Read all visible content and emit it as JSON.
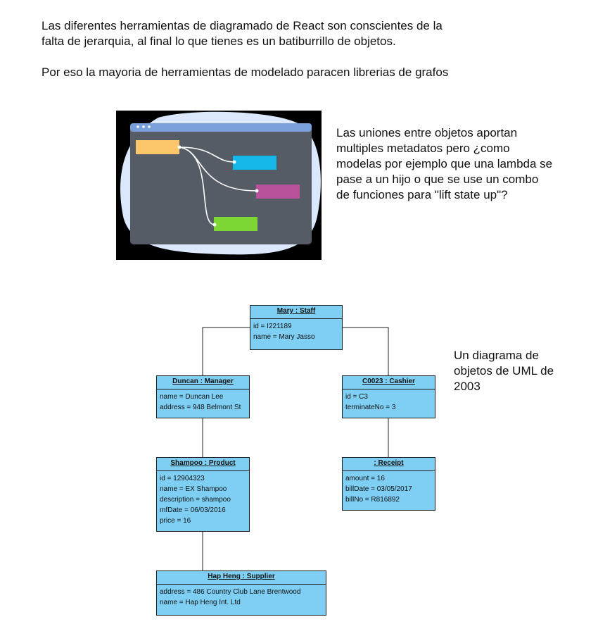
{
  "intro": {
    "line1": "Las diferentes herramientas de diagramado de React son conscientes de la\nfalta de jerarquia, al final lo que tienes es un batiburrillo de objetos.",
    "line2": "Por eso la mayoria de herramientas de modelado paracen librerias de grafos"
  },
  "links_text": "Las uniones entre objetos aportan\nmultiples metadatos pero ¿como\nmodelas por ejemplo que una lambda se\npase a un hijo o que se use un combo\nde funciones para \"lift state up\"?",
  "uml_caption": "Un diagrama de\nobjetos de UML de\n2003",
  "illustration_colors": {
    "node_orange": "#fdc66a",
    "node_blue": "#14b8e8",
    "node_purple": "#b9529a",
    "node_green": "#7ed634",
    "window_bar": "#7aa0dc",
    "window_body": "#555c66",
    "blob": "#dbe7fa"
  },
  "uml": {
    "box_color": "#7ecff3",
    "objects": {
      "mary": {
        "title": "Mary : Staff",
        "attrs": [
          "id = I221189",
          "name = Mary Jasso"
        ]
      },
      "duncan": {
        "title": "Duncan : Manager",
        "attrs": [
          "name = Duncan Lee",
          "address = 948 Belmont St"
        ]
      },
      "cashier": {
        "title": "C0023 : Cashier",
        "attrs": [
          "id = C3",
          "terminateNo = 3"
        ]
      },
      "shampoo": {
        "title": "Shampoo : Product",
        "attrs": [
          "id = 12904323",
          "name = EX Shampoo",
          "description = shampoo",
          "mfDate = 06/03/2016",
          "price = 16"
        ]
      },
      "receipt": {
        "title": ": Receipt",
        "attrs": [
          "amount = 16",
          "billDate = 03/05/2017",
          "billNo = R816892"
        ]
      },
      "supplier": {
        "title": "Hap Heng : Supplier",
        "attrs": [
          "address = 486 Country Club Lane  Brentwood",
          "name = Hap Heng Int. Ltd"
        ]
      }
    }
  }
}
